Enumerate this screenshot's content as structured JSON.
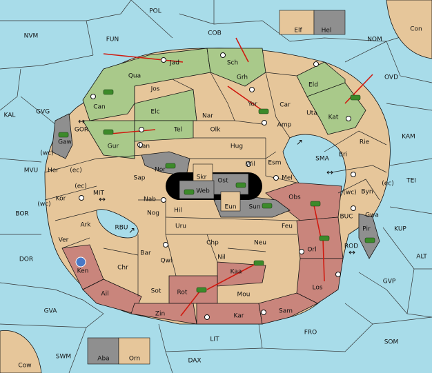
{
  "colors": {
    "sea": "#a8dce9",
    "land": "#e6c69a",
    "green_player": "#a9c98a",
    "red_player": "#c9857c",
    "neutral_gray": "#8f8f8f",
    "arrow": "#d01a10",
    "unit": "#3c8a2a",
    "border": "#111111"
  },
  "sea_regions": {
    "POL": "POL",
    "NVM": "NVM",
    "FUN": "FUN",
    "COB": "COB",
    "NOM": "NOM",
    "Con": "Con",
    "OVD": "OVD",
    "KAL": "KAL",
    "GVG": "GVG",
    "GOR": "GOR",
    "KAM": "KAM",
    "SMA": "SMA",
    "TEI": "TEI",
    "MVU": "MVU",
    "MIT": "MIT",
    "KUP": "KUP",
    "BOR": "BOR",
    "RBU": "RBU",
    "BUC": "BUC",
    "ROD": "ROD",
    "DOR": "DOR",
    "ALT": "ALT",
    "GVP": "GVP",
    "GVA": "GVA",
    "FRO": "FRO",
    "LIT": "LIT",
    "SOM": "SOM",
    "SWM": "SWM",
    "DAX": "DAX",
    "Cow": "Cow"
  },
  "wc_ec_labels": [
    "(wc)",
    "(ec)",
    "(ec)",
    "(wc)",
    "(wc)",
    "(ec)"
  ],
  "land_regions": {
    "Jad": "Jad",
    "Sch": "Sch",
    "Qua": "Qua",
    "Jos": "Jos",
    "Grh": "Grh",
    "Eld": "Eld",
    "Can": "Can",
    "Yor": "Yor",
    "Car": "Car",
    "Uta": "Uta",
    "Kat": "Kat",
    "Elc": "Elc",
    "Nar": "Nar",
    "Amp": "Amp",
    "Tel": "Tel",
    "Olk": "Olk",
    "Gur": "Gur",
    "Gaw": "Gaw",
    "Lan": "Lan",
    "Hug": "Hug",
    "Rie": "Rie",
    "Bri": "Bri",
    "Her": "Her",
    "Nor": "Nor",
    "Skr": "Skr",
    "Wil": "Wil",
    "Esm": "Esm",
    "Sap": "Sap",
    "Ost": "Ost",
    "Web": "Web",
    "Mel": "Mel",
    "Byn": "Byn",
    "Kor": "Kor",
    "Nab": "Nab",
    "Eun": "Eun",
    "Sun": "Sun",
    "Obs": "Obs",
    "Gwa": "Gwa",
    "Hil": "Hil",
    "Nog": "Nog",
    "Ark": "Ark",
    "Uru": "Uru",
    "Feu": "Feu",
    "Pir": "Pir",
    "Ver": "Ver",
    "Chp": "Chp",
    "Orl": "Orl",
    "Bar": "Bar",
    "Neu": "Neu",
    "Ken": "Ken",
    "Qwi": "Qwi",
    "Nil": "Nil",
    "Chr": "Chr",
    "Kaa": "Kaa",
    "Sot": "Sot",
    "Ail": "Ail",
    "Rot": "Rot",
    "Los": "Los",
    "Mou": "Mou",
    "Zin": "Zin",
    "Kar": "Kar",
    "Sam": "Sam",
    "Elf": "Elf",
    "Hel": "Hel",
    "Aba": "Aba",
    "Orn": "Orn"
  }
}
